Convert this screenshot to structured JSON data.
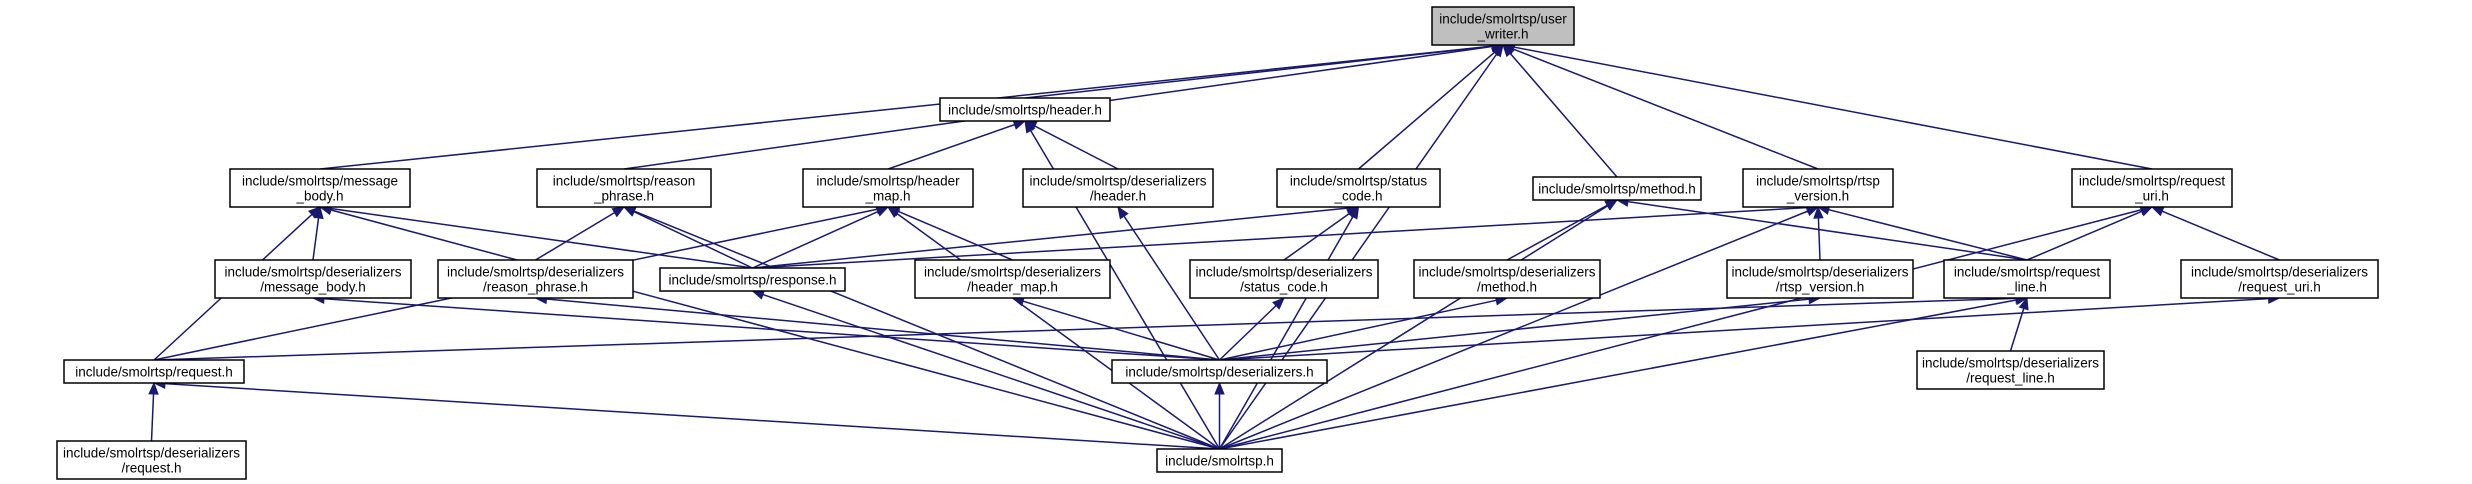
{
  "graph": {
    "nodes": [
      {
        "id": "user_writer",
        "lines": [
          "include/smolrtsp/user",
          "_writer.h"
        ],
        "highlighted": true
      },
      {
        "id": "header",
        "lines": [
          "include/smolrtsp/header.h"
        ]
      },
      {
        "id": "message_body",
        "lines": [
          "include/smolrtsp/message",
          "_body.h"
        ]
      },
      {
        "id": "reason_phrase",
        "lines": [
          "include/smolrtsp/reason",
          "_phrase.h"
        ]
      },
      {
        "id": "header_map",
        "lines": [
          "include/smolrtsp/header",
          "_map.h"
        ]
      },
      {
        "id": "deser_header",
        "lines": [
          "include/smolrtsp/deserializers",
          "/header.h"
        ]
      },
      {
        "id": "status_code",
        "lines": [
          "include/smolrtsp/status",
          "_code.h"
        ]
      },
      {
        "id": "method",
        "lines": [
          "include/smolrtsp/method.h"
        ]
      },
      {
        "id": "rtsp_version",
        "lines": [
          "include/smolrtsp/rtsp",
          "_version.h"
        ]
      },
      {
        "id": "request_uri",
        "lines": [
          "include/smolrtsp/request",
          "_uri.h"
        ]
      },
      {
        "id": "deser_message_body",
        "lines": [
          "include/smolrtsp/deserializers",
          "/message_body.h"
        ]
      },
      {
        "id": "deser_reason_phrase",
        "lines": [
          "include/smolrtsp/deserializers",
          "/reason_phrase.h"
        ]
      },
      {
        "id": "response",
        "lines": [
          "include/smolrtsp/response.h"
        ]
      },
      {
        "id": "deser_header_map",
        "lines": [
          "include/smolrtsp/deserializers",
          "/header_map.h"
        ]
      },
      {
        "id": "deser_status_code",
        "lines": [
          "include/smolrtsp/deserializers",
          "/status_code.h"
        ]
      },
      {
        "id": "deser_method",
        "lines": [
          "include/smolrtsp/deserializers",
          "/method.h"
        ]
      },
      {
        "id": "deser_rtsp_version",
        "lines": [
          "include/smolrtsp/deserializers",
          "/rtsp_version.h"
        ]
      },
      {
        "id": "request_line",
        "lines": [
          "include/smolrtsp/request",
          "_line.h"
        ]
      },
      {
        "id": "deser_request_uri",
        "lines": [
          "include/smolrtsp/deserializers",
          "/request_uri.h"
        ]
      },
      {
        "id": "request",
        "lines": [
          "include/smolrtsp/request.h"
        ]
      },
      {
        "id": "deserializers",
        "lines": [
          "include/smolrtsp/deserializers.h"
        ]
      },
      {
        "id": "deser_request_line",
        "lines": [
          "include/smolrtsp/deserializers",
          "/request_line.h"
        ]
      },
      {
        "id": "deser_request",
        "lines": [
          "include/smolrtsp/deserializers",
          "/request.h"
        ]
      },
      {
        "id": "smolrtsp",
        "lines": [
          "include/smolrtsp.h"
        ]
      }
    ],
    "edges": [
      [
        "header",
        "user_writer"
      ],
      [
        "message_body",
        "user_writer"
      ],
      [
        "reason_phrase",
        "user_writer"
      ],
      [
        "status_code",
        "user_writer"
      ],
      [
        "method",
        "user_writer"
      ],
      [
        "rtsp_version",
        "user_writer"
      ],
      [
        "request_uri",
        "user_writer"
      ],
      [
        "smolrtsp",
        "user_writer"
      ],
      [
        "header_map",
        "header"
      ],
      [
        "deser_header",
        "header"
      ],
      [
        "smolrtsp",
        "header"
      ],
      [
        "deser_message_body",
        "message_body"
      ],
      [
        "response",
        "message_body"
      ],
      [
        "request",
        "message_body"
      ],
      [
        "smolrtsp",
        "message_body"
      ],
      [
        "deser_reason_phrase",
        "reason_phrase"
      ],
      [
        "response",
        "reason_phrase"
      ],
      [
        "smolrtsp",
        "reason_phrase"
      ],
      [
        "response",
        "header_map"
      ],
      [
        "deser_header_map",
        "header_map"
      ],
      [
        "request",
        "header_map"
      ],
      [
        "smolrtsp",
        "header_map"
      ],
      [
        "deserializers",
        "deser_header"
      ],
      [
        "response",
        "status_code"
      ],
      [
        "deser_status_code",
        "status_code"
      ],
      [
        "smolrtsp",
        "status_code"
      ],
      [
        "deser_method",
        "method"
      ],
      [
        "request_line",
        "method"
      ],
      [
        "smolrtsp",
        "method"
      ],
      [
        "response",
        "rtsp_version"
      ],
      [
        "deser_rtsp_version",
        "rtsp_version"
      ],
      [
        "request_line",
        "rtsp_version"
      ],
      [
        "smolrtsp",
        "rtsp_version"
      ],
      [
        "request_line",
        "request_uri"
      ],
      [
        "deser_request_uri",
        "request_uri"
      ],
      [
        "smolrtsp",
        "request_uri"
      ],
      [
        "deserializers",
        "deser_message_body"
      ],
      [
        "deserializers",
        "deser_reason_phrase"
      ],
      [
        "smolrtsp",
        "response"
      ],
      [
        "deserializers",
        "deser_header_map"
      ],
      [
        "deserializers",
        "deser_status_code"
      ],
      [
        "deserializers",
        "deser_method"
      ],
      [
        "deserializers",
        "deser_rtsp_version"
      ],
      [
        "request",
        "request_line"
      ],
      [
        "deser_request_line",
        "request_line"
      ],
      [
        "smolrtsp",
        "request_line"
      ],
      [
        "deserializers",
        "deser_request_uri"
      ],
      [
        "deser_request",
        "request"
      ],
      [
        "smolrtsp",
        "request"
      ],
      [
        "smolrtsp",
        "deserializers"
      ]
    ]
  }
}
